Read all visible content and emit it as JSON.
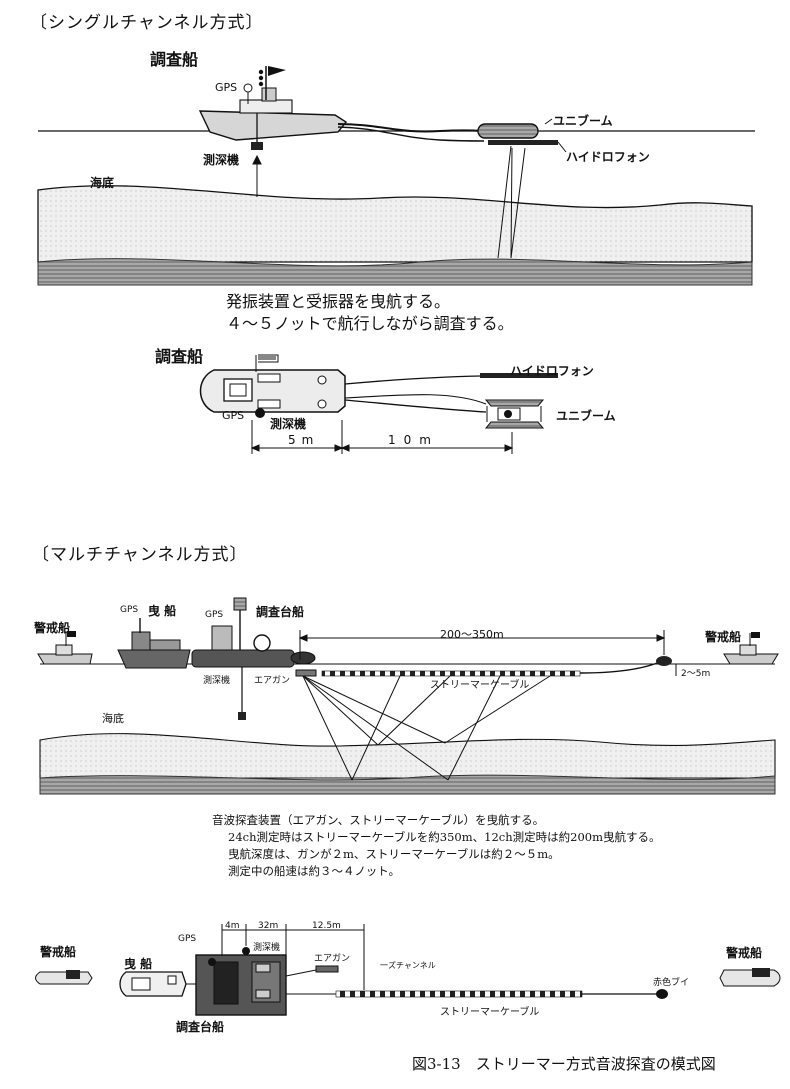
{
  "single": {
    "section_title": "〔シングルチャンネル方式〕",
    "ship_label": "調査船",
    "gps": "GPS",
    "uniboom": "ユニブーム",
    "hydrophone": "ハイドロフォン",
    "depth_sounder": "測深機",
    "seabed": "海底",
    "desc_line1": "発振装置と受振器を曳航する。",
    "desc_line2": "４～５ノットで航行しながら調査する。",
    "plan": {
      "ship_label": "調査船",
      "hydrophone": "ハイドロフォン",
      "uniboom": "ユニブーム",
      "gps": "GPS",
      "depth_sounder": "測深機",
      "dim1": "5m",
      "dim2": "10m"
    }
  },
  "multi": {
    "section_title": "〔マルチチャンネル方式〕",
    "guard_ship_left": "警戒船",
    "guard_ship_right": "警戒船",
    "gps1": "GPS",
    "tug": "曳 船",
    "gps2": "GPS",
    "platform": "調査台船",
    "range": "200～350m",
    "depth_range": "2～5m",
    "depth_sounder": "測深機",
    "airgun": "エアガン",
    "streamer": "ストリーマーケーブル",
    "seabed": "海底",
    "desc_line1": "音波探査装置（エアガン、ストリーマーケーブル）を曳航する。",
    "desc_line2": "24ch測定時はストリーマーケーブルを約350m、12ch測定時は約200m曳航する。",
    "desc_line3": "曳航深度は、ガンが２m、ストリーマーケーブルは約２～５m。",
    "desc_line4": "測定中の船速は約３～４ノット。",
    "plan": {
      "guard_ship_left": "警戒船",
      "tug": "曳 船",
      "gps": "GPS",
      "dim1": "4m",
      "dim2": "32m",
      "dim3": "12.5m",
      "depth_sounder": "測深機",
      "airgun": "エアガン",
      "first_channel": "一ズチャンネル",
      "red_buoy": "赤色ブイ",
      "guard_ship_right": "警戒船",
      "streamer": "ストリーマーケーブル",
      "platform": "調査台船"
    }
  },
  "caption": "図3-13　ストリーマー方式音波探査の模式図"
}
